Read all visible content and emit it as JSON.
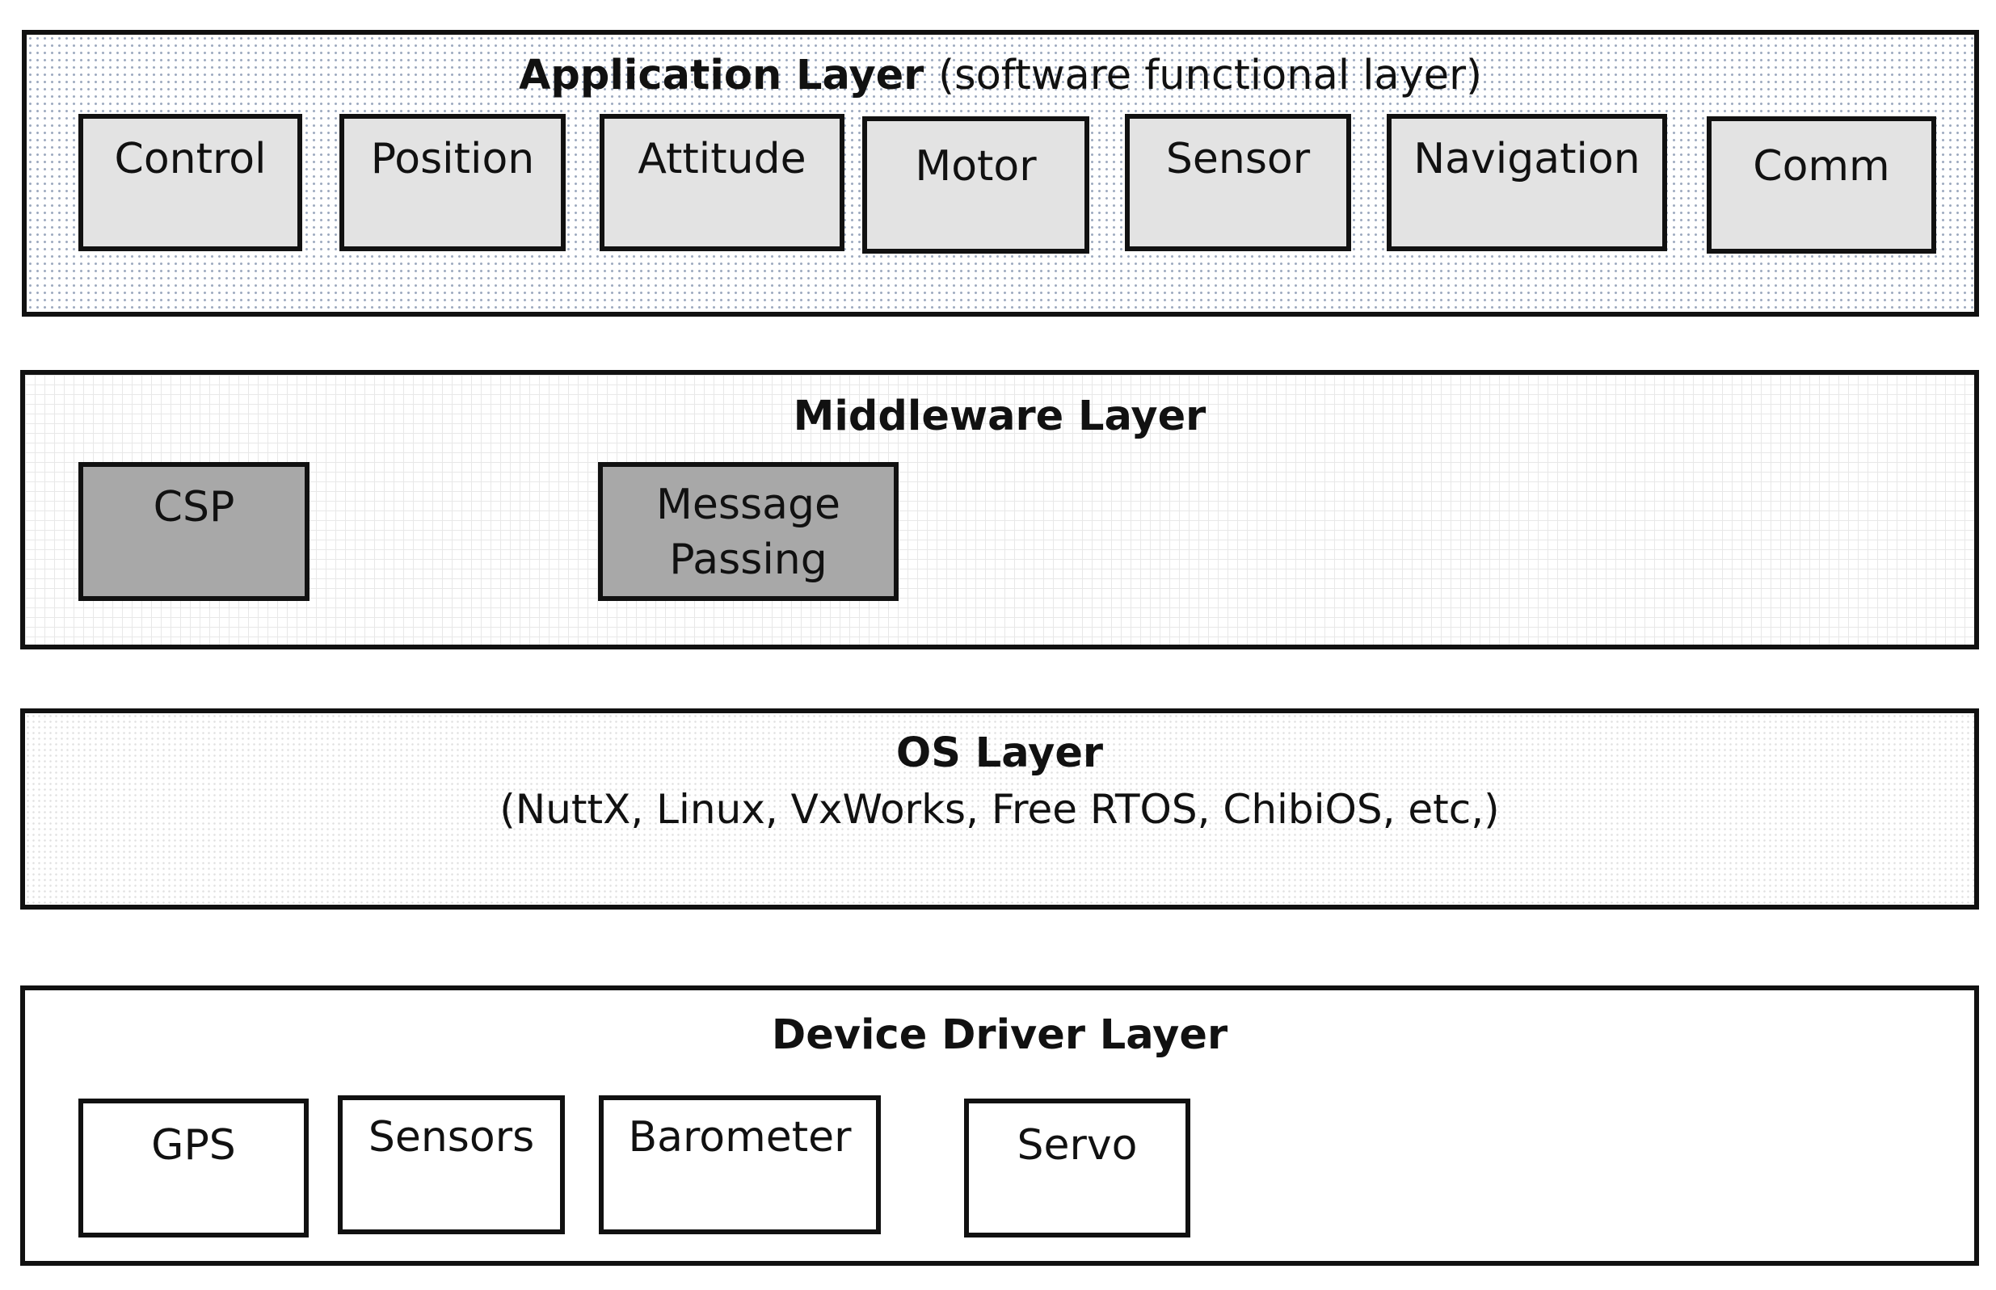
{
  "layers": {
    "application": {
      "title": "Application Layer",
      "note": "(software functional layer)",
      "modules": [
        "Control",
        "Position",
        "Attitude",
        "Motor",
        "Sensor",
        "Navigation",
        "Comm"
      ]
    },
    "middleware": {
      "title": "Middleware Layer",
      "modules": [
        "CSP",
        "Message\nPassing"
      ]
    },
    "os": {
      "title": "OS Layer",
      "subtitle": "(NuttX, Linux, VxWorks, Free RTOS, ChibiOS, etc,)"
    },
    "device_driver": {
      "title": "Device Driver Layer",
      "modules": [
        "GPS",
        "Sensors",
        "Barometer",
        "Servo"
      ]
    }
  }
}
